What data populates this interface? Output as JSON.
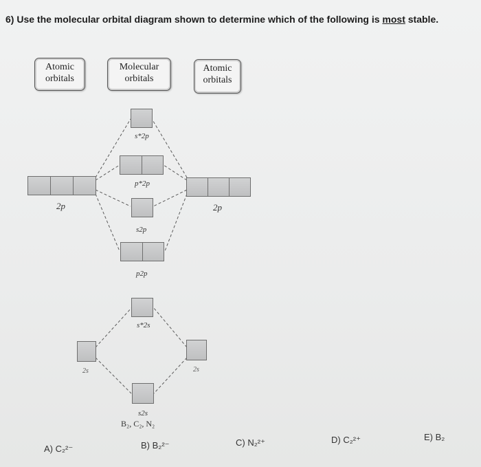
{
  "question": {
    "number": "6)",
    "text_before": "Use the molecular orbital diagram shown to determine which of the following is",
    "emphasis": "most",
    "text_after": "stable."
  },
  "headers": {
    "left": {
      "line1": "Atomic",
      "line2": "orbitals"
    },
    "center": {
      "line1": "Molecular",
      "line2": "orbitals"
    },
    "right": {
      "line1": "Atomic",
      "line2": "orbitals"
    }
  },
  "levels": {
    "s2p_star": "s*2p",
    "p2p_star": "p*2p",
    "s2p": "s2p",
    "p2p": "p2p",
    "s2s_star": "s*2s",
    "s2s": "s2s",
    "left_2p": "2p",
    "right_2p": "2p",
    "left_2s": "2s",
    "right_2s": "2s"
  },
  "diagram_caption": "B₂, C₂, N₂",
  "choices": [
    {
      "letter": "A)",
      "species": "C₂²⁻"
    },
    {
      "letter": "B)",
      "species": "B₂²⁻"
    },
    {
      "letter": "C)",
      "species": "N₂²⁺"
    },
    {
      "letter": "D)",
      "species": "C₂²⁺"
    },
    {
      "letter": "E)",
      "species": "B₂"
    }
  ],
  "colors": {
    "background": "#ebecec",
    "orbital_fill": "#c6c7c8",
    "line": "#555555"
  }
}
